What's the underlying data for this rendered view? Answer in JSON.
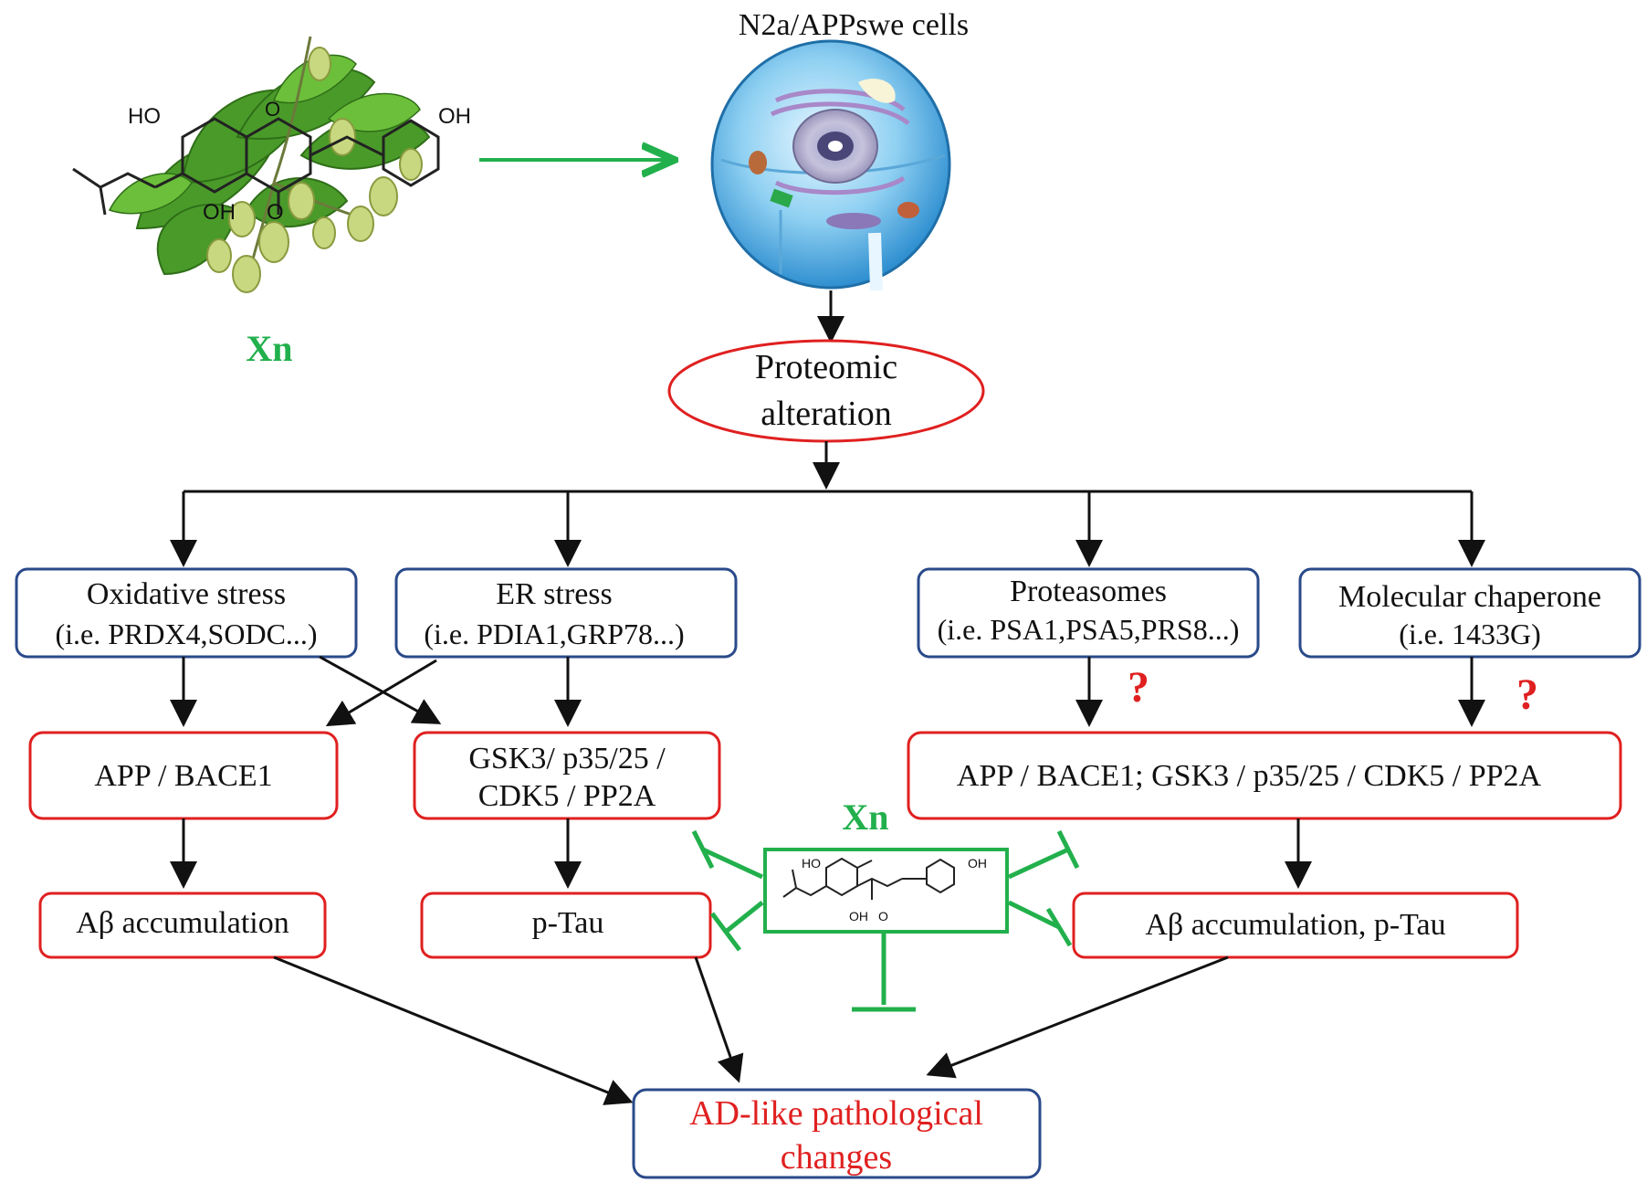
{
  "colors": {
    "red_box": "#e02020",
    "blue_box": "#2a4a8a",
    "green": "#22b04c",
    "arrow": "#111111",
    "question": "#e02020",
    "final_text": "#e02020"
  },
  "compound": {
    "name": "Xn",
    "oh_label": "OH",
    "ho_label": "HO",
    "o_label": "O"
  },
  "cell": {
    "label": "N2a/APPswe cells"
  },
  "proteomic": {
    "line1": "Proteomic",
    "line2": "alteration"
  },
  "categories": [
    {
      "title": "Oxidative stress",
      "sub": "(i.e. PRDX4,SODC...)"
    },
    {
      "title": "ER stress",
      "sub": "(i.e. PDIA1,GRP78...)"
    },
    {
      "title": "Proteasomes",
      "sub": "(i.e. PSA1,PSA5,PRS8...)"
    },
    {
      "title": "Molecular chaperone",
      "sub": "(i.e. 1433G)"
    }
  ],
  "mid": {
    "app_bace1": "APP / BACE1",
    "gsk3_line1": "GSK3/ p35/25 /",
    "gsk3_line2": "CDK5 / PP2A",
    "right_combined": "APP / BACE1; GSK3 / p35/25 / CDK5 / PP2A"
  },
  "outcomes": {
    "abeta": "Aβ accumulation",
    "ptau": "p-Tau",
    "abeta_ptau": "Aβ accumulation, p-Tau"
  },
  "question_mark": "?",
  "inhibitor": {
    "name": "Xn"
  },
  "final": {
    "line1": "AD-like pathological",
    "line2": "changes"
  }
}
